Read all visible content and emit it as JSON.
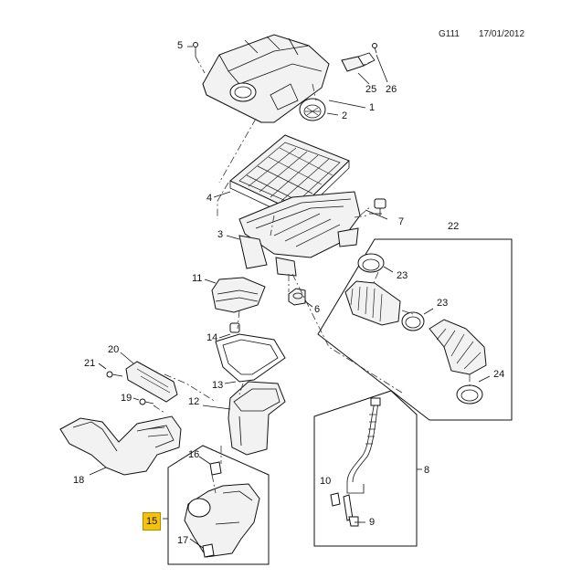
{
  "header": {
    "code": "G111",
    "date": "17/01/2012"
  },
  "callouts": {
    "c1": "1",
    "c2": "2",
    "c3": "3",
    "c4": "4",
    "c5": "5",
    "c6": "6",
    "c7": "7",
    "c8": "8",
    "c9": "9",
    "c10": "10",
    "c11": "11",
    "c12": "12",
    "c13": "13",
    "c14": "14",
    "c15": "15",
    "c16": "16",
    "c17": "17",
    "c18": "18",
    "c19": "19",
    "c20": "20",
    "c21": "21",
    "c22": "22",
    "c23a": "23",
    "c23b": "23",
    "c24": "24",
    "c25": "25",
    "c26": "26"
  },
  "highlight_color": "#f4c20d"
}
